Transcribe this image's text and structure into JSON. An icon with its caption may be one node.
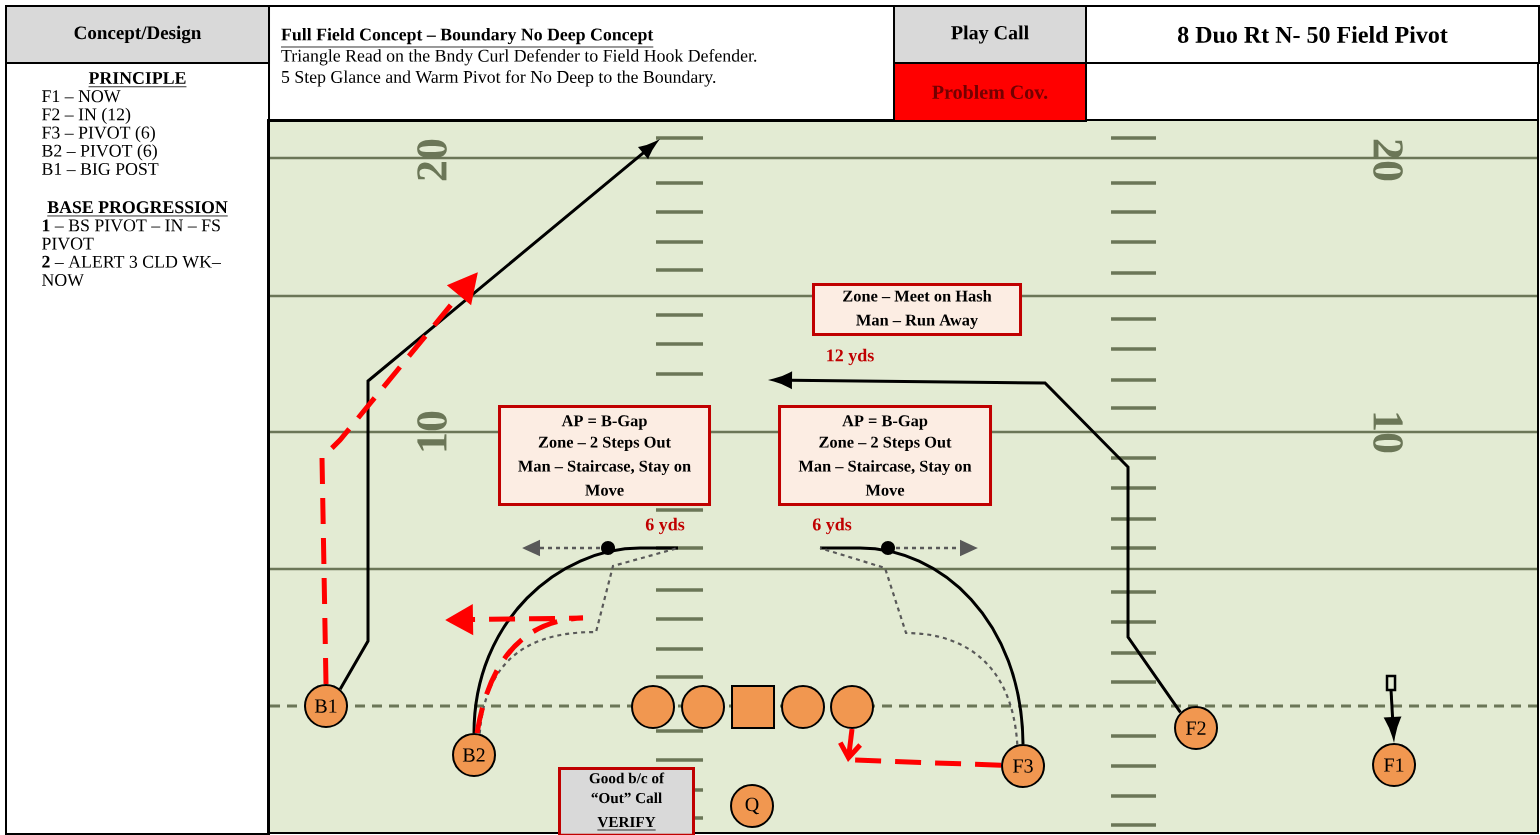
{
  "diagram": {
    "nodes": [
      {
        "text": [
          "Concept/Design"
        ]
      },
      {
        "text": [
          "PRINCIPLE",
          "F1 – NOW",
          "F2 – IN (12)",
          "F3 – PIVOT (6)",
          "B2 – PIVOT (6)",
          "B1 – BIG POST",
          "BASE PROGRESSION",
          "**1** – BS PIVOT – IN – FS PIVOT",
          "**2** – ALERT 3 CLD WK– NOW"
        ]
      },
      {
        "text": [
          "Full Field Concept – Boundary No Deep Concept",
          "Triangle Read on the Bndy Curl Defender to Field Hook Defender.",
          "5 Step Glance and Warm Pivot for No Deep to the Boundary."
        ]
      },
      {
        "text": [
          "Play Call"
        ]
      },
      {
        "text": [
          "8 Duo Rt N- 50 Field Pivot"
        ]
      },
      {
        "text": [
          "Problem Cov."
        ]
      },
      {
        "text": [
          "Zone – Meet on Hash",
          "Man – Run Away"
        ]
      },
      {
        "text": [
          "AP = B-Gap",
          "Zone – 2 Steps Out",
          "Man – Staircase, Stay on Move"
        ]
      },
      {
        "text": [
          "AP = B-Gap",
          "Zone – 2 Steps Out",
          "Man – Staircase, Stay on Move"
        ]
      },
      {
        "text": [
          "B1"
        ]
      },
      {
        "text": [
          "B2"
        ]
      },
      {
        "text": [],
        "shape": "circle"
      },
      {
        "text": [],
        "shape": "circle"
      },
      {
        "text": [],
        "shape": "box"
      },
      {
        "text": [],
        "shape": "circle"
      },
      {
        "text": [],
        "shape": "circle"
      },
      {
        "text": [
          "Good b/c of “Out” Call",
          "VERIFY"
        ]
      },
      {
        "text": [
          "Q"
        ]
      },
      {
        "text": [
          "F3"
        ]
      },
      {
        "text": [
          "F2"
        ]
      },
      {
        "text": [
          "F1"
        ]
      }
    ],
    "edges": [
      {
        "from": 9,
        "to": null,
        "arrow": "to"
      },
      {
        "from": 9,
        "to": null,
        "arrow": "to",
        "style": "dashed",
        "color": "#ff0000"
      },
      {
        "from": 10,
        "to": null,
        "arrow": "none"
      },
      {
        "from": 10,
        "to": null,
        "arrow": "none",
        "style": "dashed",
        "color": "#595959"
      },
      {
        "from": 10,
        "to": null,
        "arrow": "to",
        "style": "dashed",
        "color": "#ff0000"
      },
      {
        "from": 18,
        "to": null,
        "arrow": "none"
      },
      {
        "from": 18,
        "to": null,
        "arrow": "none",
        "style": "dashed",
        "color": "#595959"
      },
      {
        "from": 15,
        "to": null,
        "arrow": "to",
        "color": "#ff0000"
      },
      {
        "from": 18,
        "to": null,
        "arrow": "none",
        "style": "dashed",
        "color": "#ff0000"
      },
      {
        "from": 19,
        "to": null,
        "arrow": "to"
      },
      {
        "from": null,
        "to": 20,
        "arrow": "to"
      }
    ],
    "labels": [
      "20",
      "20",
      "12 yds",
      "10",
      "10",
      "6 yds",
      "6 yds"
    ]
  }
}
